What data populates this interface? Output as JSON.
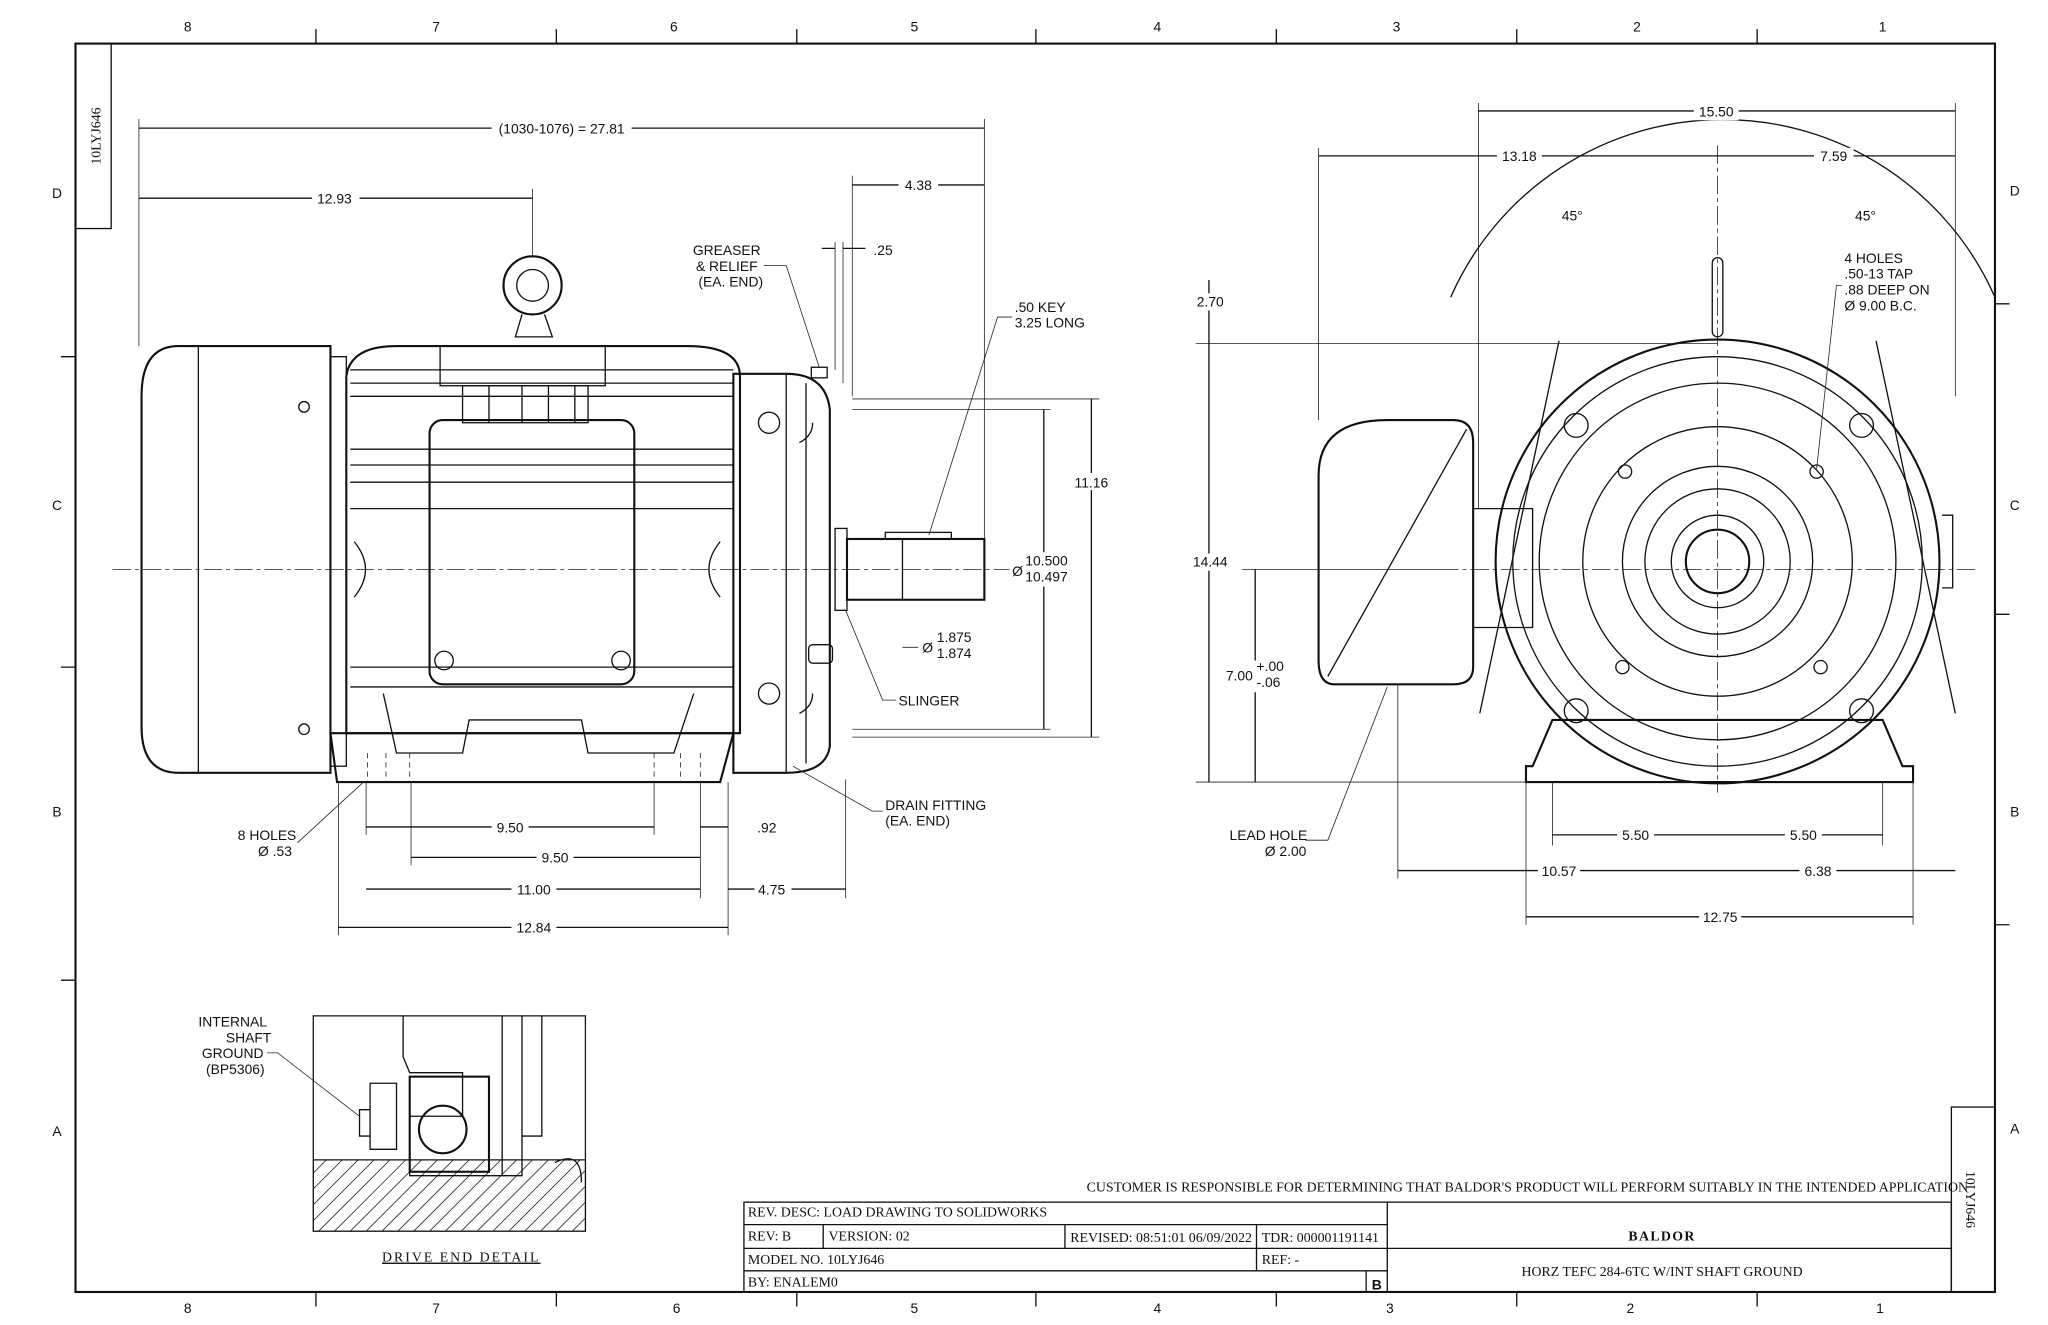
{
  "sheet_id": "10LYJ646",
  "zones": {
    "columns": [
      "8",
      "7",
      "6",
      "5",
      "4",
      "3",
      "2",
      "1"
    ],
    "rows": [
      "D",
      "C",
      "B",
      "A"
    ]
  },
  "side_view": {
    "overall_length": "(1030-1076) = 27.81",
    "c_dim": "12.93",
    "shaft_ext": "4.38",
    "flange_offset": ".25",
    "greaser_note": [
      "GREASER",
      "& RELIEF",
      "(EA. END)"
    ],
    "key_note": [
      ".50 KEY",
      "3.25 LONG"
    ],
    "height_dim": "11.16",
    "pilot_dia": [
      "10.500",
      "10.497"
    ],
    "shaft_dia": [
      "1.875",
      "1.874"
    ],
    "slinger": "SLINGER",
    "drain_note": [
      "DRAIN FITTING",
      "(EA. END)"
    ],
    "holes_note": [
      "8 HOLES",
      "Ø .53"
    ],
    "foot_a": "9.50",
    "foot_b": "9.50",
    "foot_c": "11.00",
    "foot_d": "12.84",
    "foot_e": ".92",
    "foot_f": "4.75"
  },
  "end_view": {
    "width_total": "15.50",
    "left_width": "13.18",
    "right_width": "7.59",
    "angle_left": "45°",
    "angle_right": "45°",
    "lift_height": "2.70",
    "tap_note": [
      "4 HOLES",
      ".50-13 TAP",
      ".88 DEEP ON",
      "Ø 9.00 B.C."
    ],
    "total_height": "14.44",
    "shaft_height": "7.00",
    "shaft_height_tol": [
      "+.00",
      "-.06"
    ],
    "lead_hole": [
      "LEAD HOLE",
      "Ø 2.00"
    ],
    "foot_left": "5.50",
    "foot_right": "5.50",
    "lead_left": "10.57",
    "lead_right": "6.38",
    "base_width": "12.75"
  },
  "detail": {
    "note": [
      "INTERNAL",
      "SHAFT",
      "GROUND",
      "(BP5306)"
    ],
    "title": "DRIVE END DETAIL"
  },
  "title_block": {
    "disclaimer": "CUSTOMER IS RESPONSIBLE FOR DETERMINING THAT BALDOR'S PRODUCT WILL PERFORM SUITABLY IN THE INTENDED APPLICATION",
    "rev_desc": "REV. DESC: LOAD DRAWING TO SOLIDWORKS",
    "rev": "REV:  B",
    "version": "VERSION:  02",
    "revised": "REVISED:  08:51:01 06/09/2022",
    "tdr": "TDR:  000001191141",
    "model": "MODEL NO.  10LYJ646",
    "ref": "REF:  -",
    "by": "BY: ENALEM0",
    "rev_letter": "B",
    "logo": "BALDOR",
    "description": "HORZ TEFC 284-6TC W/INT SHAFT GROUND"
  }
}
